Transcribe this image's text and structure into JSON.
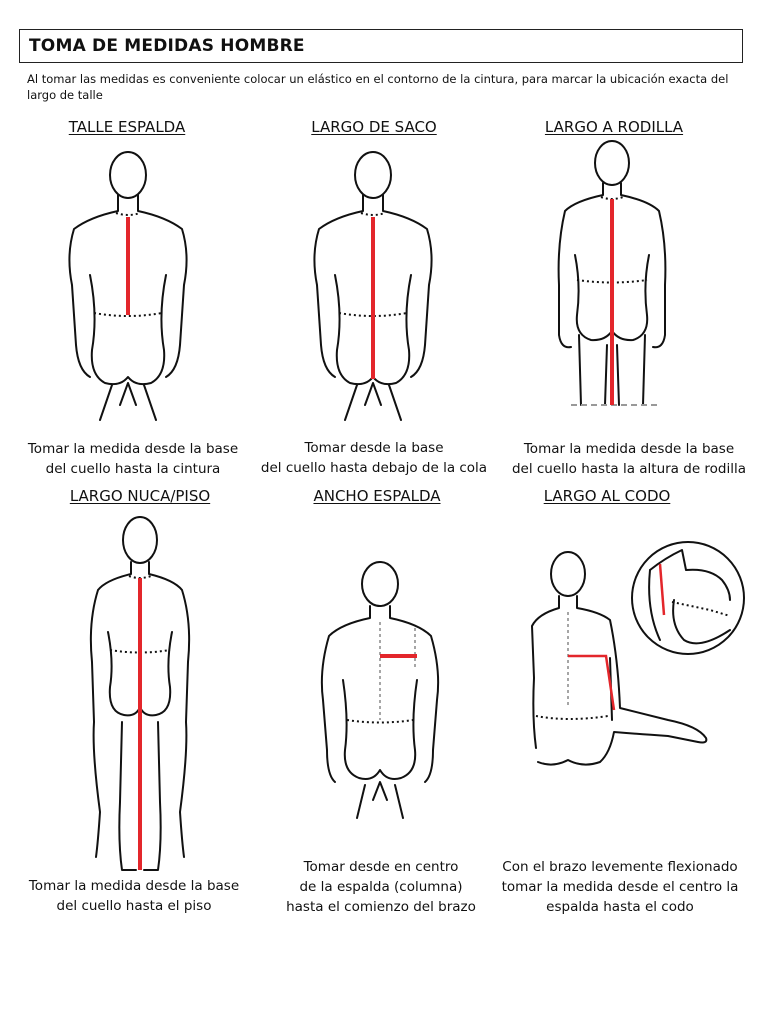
{
  "page": {
    "title": "TOMA DE MEDIDAS HOMBRE",
    "intro": "Al tomar las medidas es conveniente colocar un elástico en el contorno de la cintura, para marcar la ubicación exacta del largo de talle"
  },
  "measurements": [
    {
      "heading": "TALLE ESPALDA",
      "caption_line1": "Tomar la medida desde la base",
      "caption_line2": "del cuello hasta la cintura",
      "caption_line3": ""
    },
    {
      "heading": "LARGO DE SACO",
      "caption_line1": "Tomar desde la base",
      "caption_line2": "del cuello hasta debajo de la cola",
      "caption_line3": ""
    },
    {
      "heading": "LARGO A RODILLA",
      "caption_line1": "Tomar la medida desde la base",
      "caption_line2": "del cuello hasta la altura de rodilla",
      "caption_line3": ""
    },
    {
      "heading": "LARGO NUCA/PISO",
      "caption_line1": "Tomar la medida desde la base",
      "caption_line2": "del cuello hasta el piso",
      "caption_line3": ""
    },
    {
      "heading": "ANCHO ESPALDA",
      "caption_line1": "Tomar desde en centro",
      "caption_line2": "de la espalda (columna)",
      "caption_line3": "hasta el comienzo del brazo"
    },
    {
      "heading": "LARGO AL CODO",
      "caption_line1": "Con el brazo levemente flexionado",
      "caption_line2": "tomar la medida desde el centro la",
      "caption_line3": "espalda hasta el codo"
    }
  ],
  "colors": {
    "measure_line": "#e3262b",
    "outline": "#111111"
  }
}
